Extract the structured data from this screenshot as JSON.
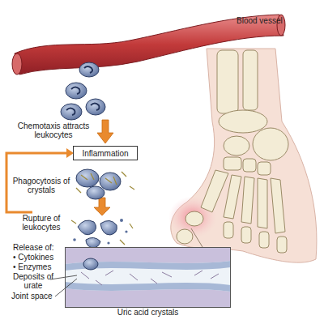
{
  "diagram": {
    "nodes": [
      {
        "text": [
          "Inflammation"
        ]
      },
      {
        "text": [
          "Uric acid crystals"
        ]
      }
    ],
    "labels": [
      "Blood vessel",
      "Chemotaxis attracts leukocytes",
      "Phagocytosis of crystals",
      "Rupture of leukocytes",
      "Release of:",
      "• Cytokines",
      "• Enzymes",
      "Deposits of urate",
      "Joint space"
    ]
  }
}
